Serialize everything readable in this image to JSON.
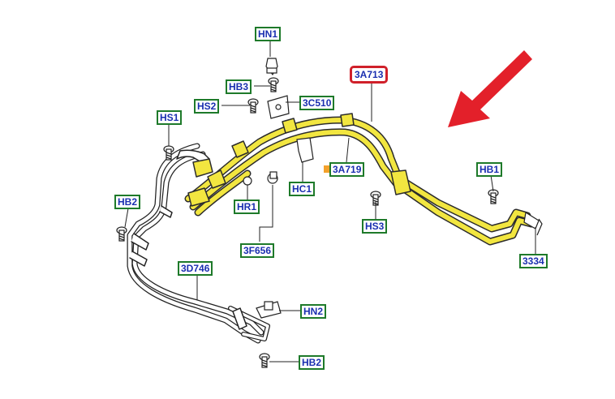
{
  "callouts": {
    "hn1": "HN1",
    "hb3": "HB3",
    "hs2": "HS2",
    "c510": "3C510",
    "a713": "3A713",
    "hs1": "HS1",
    "a719": "3A719",
    "hc1": "HC1",
    "hb1": "HB1",
    "hb2_left": "HB2",
    "hr1": "HR1",
    "hs3": "HS3",
    "f656": "3F656",
    "n3334": "3334",
    "d746": "3D746",
    "hn2": "HN2",
    "hb2_bottom": "HB2"
  },
  "colors": {
    "highlight_tube": "#f2e640",
    "tube_outline": "#2b2b2b",
    "label_text": "#1a2fb0",
    "label_border": "#1e7a2a",
    "highlight_border": "#d0202a",
    "arrow": "#e3202a",
    "marker": "#f3a12b"
  }
}
